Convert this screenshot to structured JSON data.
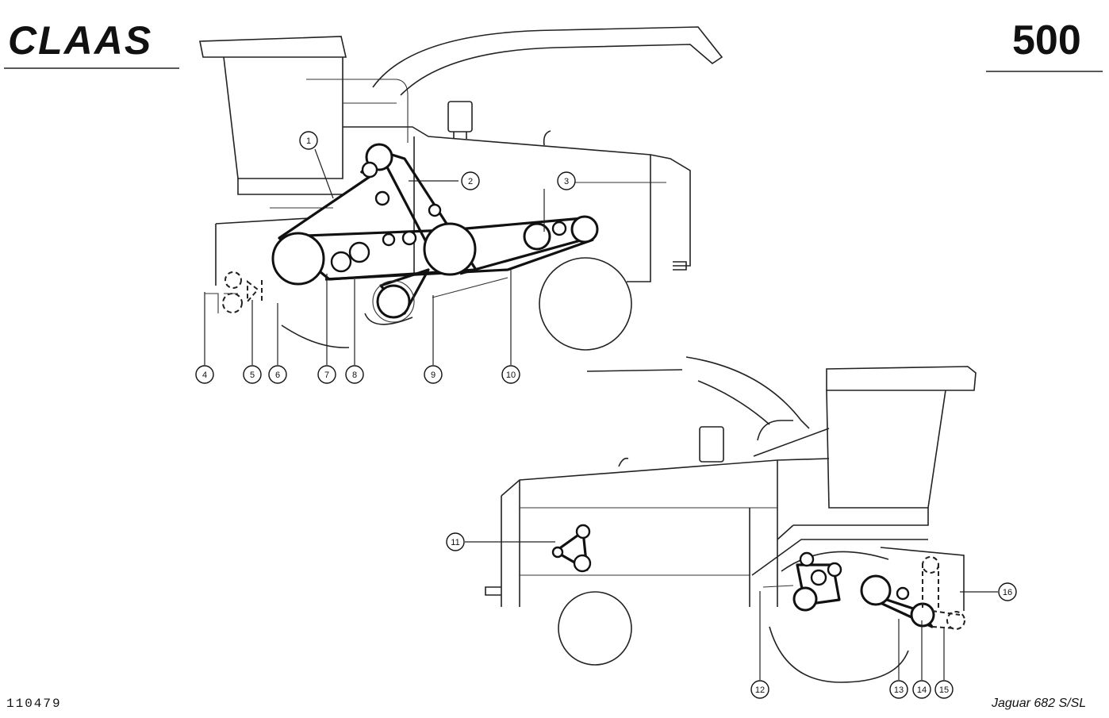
{
  "header": {
    "brand": "CLAAS",
    "page_number": "500"
  },
  "footer": {
    "figure_id": "110479",
    "model": "Jaguar 682 S/SL"
  },
  "callouts": [
    "1",
    "2",
    "3",
    "4",
    "5",
    "6",
    "7",
    "8",
    "9",
    "10",
    "11",
    "12",
    "13",
    "14",
    "15",
    "16"
  ]
}
